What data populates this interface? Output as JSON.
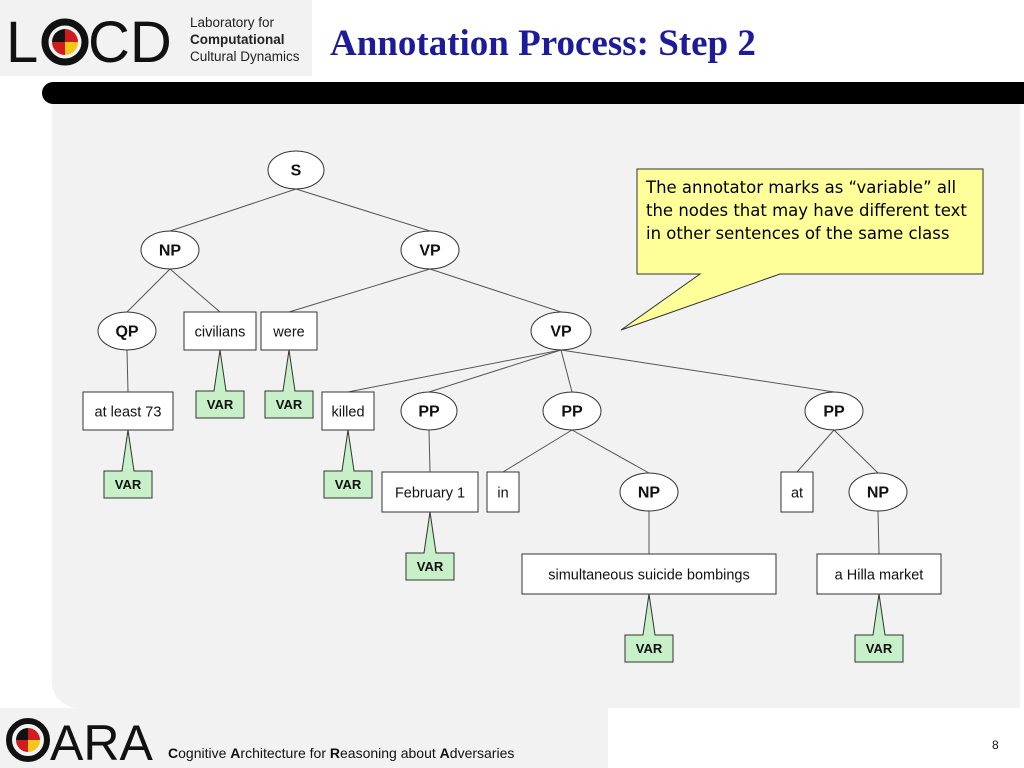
{
  "slide": {
    "title": "Annotation Process: Step 2",
    "page_number": "8"
  },
  "header_logo": {
    "lab_line1": "Laboratory for",
    "lab_line2": "Computational",
    "lab_line3": "Cultural Dynamics",
    "letters_left": "L",
    "letters_right": "CD"
  },
  "footer_logo": {
    "letters_right": "ARA",
    "subtitle": [
      {
        "bold": "C",
        "rest": "ognitive "
      },
      {
        "bold": "A",
        "rest": "rchitecture for "
      },
      {
        "bold": "R",
        "rest": "easoning about "
      },
      {
        "bold": "A",
        "rest": "dversaries"
      }
    ]
  },
  "callout": {
    "text": "The annotator marks as “variable” all the nodes that may have different text in other sentences of the same class"
  },
  "tree": {
    "nodes": [
      {
        "id": "s",
        "label": "S",
        "shape": "ellipse"
      },
      {
        "id": "np1",
        "label": "NP",
        "shape": "ellipse"
      },
      {
        "id": "vp1",
        "label": "VP",
        "shape": "ellipse"
      },
      {
        "id": "qp",
        "label": "QP",
        "shape": "ellipse"
      },
      {
        "id": "civilians",
        "label": "civilians",
        "shape": "box"
      },
      {
        "id": "were",
        "label": "were",
        "shape": "box"
      },
      {
        "id": "vp2",
        "label": "VP",
        "shape": "ellipse"
      },
      {
        "id": "atleast",
        "label": "at least 73",
        "shape": "box"
      },
      {
        "id": "killed",
        "label": "killed",
        "shape": "box"
      },
      {
        "id": "pp1",
        "label": "PP",
        "shape": "ellipse"
      },
      {
        "id": "pp2",
        "label": "PP",
        "shape": "ellipse"
      },
      {
        "id": "pp3",
        "label": "PP",
        "shape": "ellipse"
      },
      {
        "id": "feb",
        "label": "February 1",
        "shape": "box"
      },
      {
        "id": "in",
        "label": "in",
        "shape": "box"
      },
      {
        "id": "np2",
        "label": "NP",
        "shape": "ellipse"
      },
      {
        "id": "at",
        "label": "at",
        "shape": "box"
      },
      {
        "id": "np3",
        "label": "NP",
        "shape": "ellipse"
      },
      {
        "id": "bombings",
        "label": "simultaneous suicide bombings",
        "shape": "box"
      },
      {
        "id": "hilla",
        "label": "a Hilla market",
        "shape": "box"
      }
    ],
    "edges": [
      [
        "s",
        "np1"
      ],
      [
        "s",
        "vp1"
      ],
      [
        "np1",
        "qp"
      ],
      [
        "np1",
        "civilians"
      ],
      [
        "vp1",
        "were"
      ],
      [
        "vp1",
        "vp2"
      ],
      [
        "qp",
        "atleast"
      ],
      [
        "vp2",
        "killed"
      ],
      [
        "vp2",
        "pp1"
      ],
      [
        "vp2",
        "pp2"
      ],
      [
        "vp2",
        "pp3"
      ],
      [
        "pp1",
        "feb"
      ],
      [
        "pp2",
        "in"
      ],
      [
        "pp2",
        "np2"
      ],
      [
        "pp3",
        "at"
      ],
      [
        "pp3",
        "np3"
      ],
      [
        "np2",
        "bombings"
      ],
      [
        "np3",
        "hilla"
      ]
    ],
    "var_tags": [
      {
        "node": "civilians",
        "label": "VAR"
      },
      {
        "node": "were",
        "label": "VAR"
      },
      {
        "node": "atleast",
        "label": "VAR"
      },
      {
        "node": "killed",
        "label": "VAR"
      },
      {
        "node": "feb",
        "label": "VAR"
      },
      {
        "node": "bombings",
        "label": "VAR"
      },
      {
        "node": "hilla",
        "label": "VAR"
      }
    ]
  },
  "colors": {
    "title": "#1c1c9a",
    "var_fill": "#c8f0c8",
    "callout_fill": "#ffff99",
    "maryland_red": "#d01c1f",
    "maryland_gold": "#f5c518"
  }
}
